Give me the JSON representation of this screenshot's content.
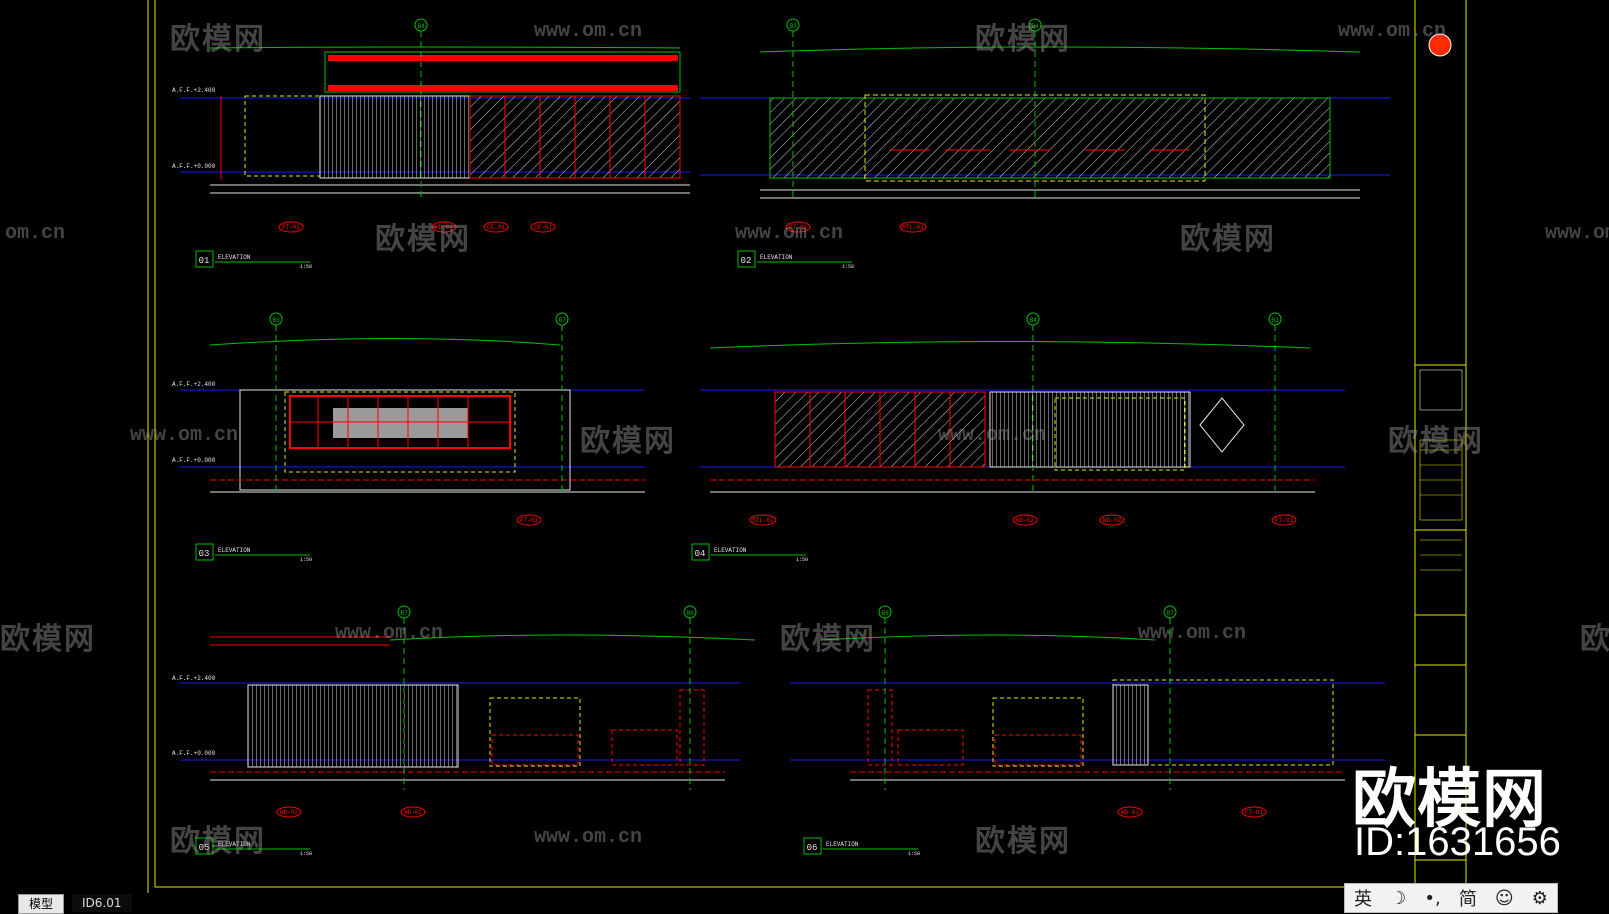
{
  "watermark": {
    "brand": "欧模网",
    "url": "www.om.cn",
    "url_short": "om.cn",
    "big_brand": "欧模网",
    "big_id": "ID:1631656"
  },
  "elevations": [
    {
      "num": "01",
      "title": "ELEVATION",
      "scale": "1:50"
    },
    {
      "num": "02",
      "title": "ELEVATION",
      "scale": "1:50"
    },
    {
      "num": "03",
      "title": "ELEVATION",
      "scale": "1:50"
    },
    {
      "num": "04",
      "title": "ELEVATION",
      "scale": "1:50"
    },
    {
      "num": "05",
      "title": "ELEVATION",
      "scale": "1:50"
    },
    {
      "num": "06",
      "title": "ELEVATION",
      "scale": "1:50"
    }
  ],
  "grid_bubbles": [
    "B4",
    "B3",
    "B4",
    "B3",
    "B7",
    "B4",
    "B3",
    "B7",
    "B6",
    "B6",
    "B7"
  ],
  "material_tags": {
    "e01": [
      "PT-01",
      "WD-02",
      "CE-01",
      "CE-01"
    ],
    "e02": [
      "PT-01",
      "MTL-01"
    ],
    "e03": [
      "PT-01"
    ],
    "e04": [
      "MTL-02",
      "WD-02",
      "WD-02",
      "PT-01"
    ],
    "e05": [
      "WD-02",
      "WD-02"
    ],
    "e06": [
      "WD-02",
      "PT-01"
    ]
  },
  "level_marks": [
    "A.F.F.+2.400",
    "A.F.F.+0.000"
  ],
  "tabs": {
    "model": "模型",
    "layout": "ID6.01"
  },
  "ime": {
    "lang": "英",
    "moon": "☽",
    "punct": "•,",
    "simplified": "简",
    "emoji": "☺",
    "settings": "⚙"
  },
  "colors": {
    "frame": "#e6e600",
    "green": "#00c000",
    "red": "#ff0000",
    "blue": "#1a1aff",
    "white": "#e6e6e6"
  }
}
